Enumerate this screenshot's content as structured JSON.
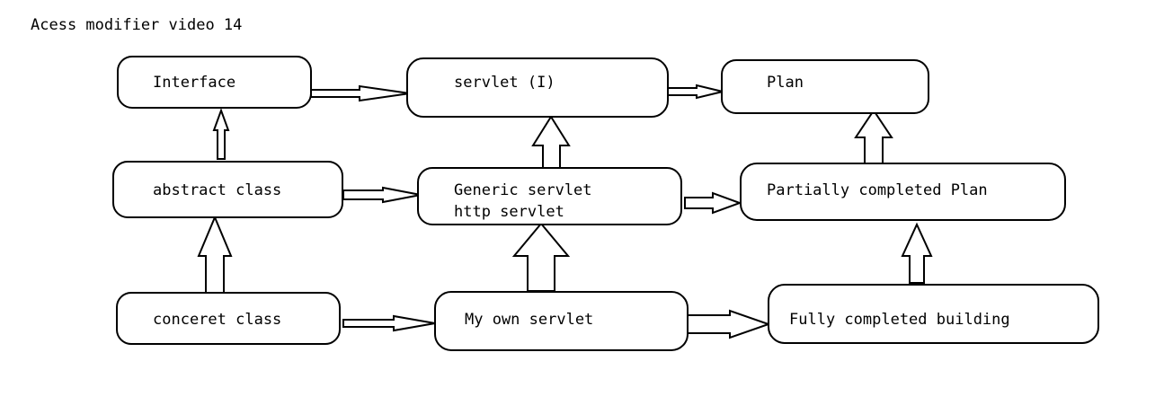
{
  "title": "Acess modifier video 14",
  "nodes": [
    {
      "id": "interface",
      "lines": [
        "Interface"
      ]
    },
    {
      "id": "servlet-i",
      "lines": [
        "servlet (I)"
      ]
    },
    {
      "id": "plan",
      "lines": [
        "Plan"
      ]
    },
    {
      "id": "abstract-class",
      "lines": [
        "abstract class"
      ]
    },
    {
      "id": "generic-servlet",
      "lines": [
        "Generic servlet",
        "http servlet"
      ]
    },
    {
      "id": "partially-completed-plan",
      "lines": [
        "Partially completed Plan"
      ]
    },
    {
      "id": "concrete-class",
      "lines": [
        "conceret class"
      ]
    },
    {
      "id": "my-own-servlet",
      "lines": [
        "My own servlet"
      ]
    },
    {
      "id": "fully-completed-building",
      "lines": [
        "Fully completed building"
      ]
    }
  ],
  "edges": [
    {
      "from": "interface",
      "to": "servlet-i"
    },
    {
      "from": "servlet-i",
      "to": "plan"
    },
    {
      "from": "abstract-class",
      "to": "generic-servlet"
    },
    {
      "from": "generic-servlet",
      "to": "partially-completed-plan"
    },
    {
      "from": "concrete-class",
      "to": "my-own-servlet"
    },
    {
      "from": "my-own-servlet",
      "to": "fully-completed-building"
    },
    {
      "from": "abstract-class",
      "to": "interface"
    },
    {
      "from": "concrete-class",
      "to": "abstract-class"
    },
    {
      "from": "generic-servlet",
      "to": "servlet-i"
    },
    {
      "from": "my-own-servlet",
      "to": "generic-servlet"
    },
    {
      "from": "partially-completed-plan",
      "to": "plan"
    },
    {
      "from": "fully-completed-building",
      "to": "partially-completed-plan"
    }
  ]
}
